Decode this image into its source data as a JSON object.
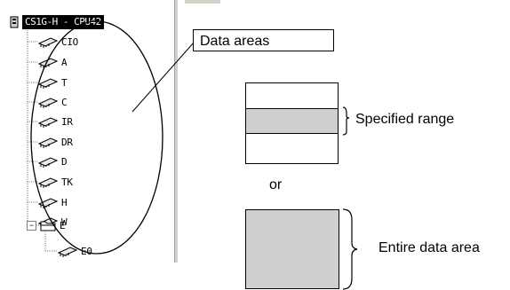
{
  "tree": {
    "root_label": "CS1G-H - CPU42",
    "items": [
      {
        "label": "CIO"
      },
      {
        "label": "A"
      },
      {
        "label": "T"
      },
      {
        "label": "C"
      },
      {
        "label": "IR"
      },
      {
        "label": "DR"
      },
      {
        "label": "D"
      },
      {
        "label": "TK"
      },
      {
        "label": "H"
      },
      {
        "label": "W"
      }
    ],
    "folder": {
      "label": "E",
      "expander": "−",
      "child_label": "E0"
    }
  },
  "annotations": {
    "callout": "Data areas",
    "specified_range": "Specified range",
    "or": "or",
    "entire_area": "Entire data area"
  }
}
